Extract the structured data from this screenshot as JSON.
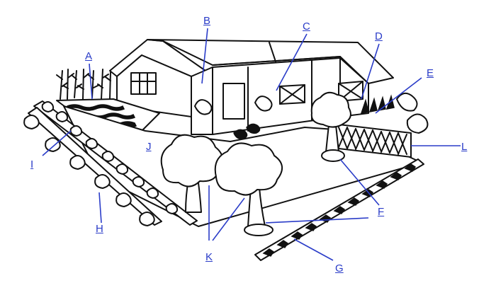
{
  "labels": {
    "a": "A",
    "b": "B",
    "c": "C",
    "d": "D",
    "e": "E",
    "f": "F",
    "g": "G",
    "h": "H",
    "i": "I",
    "j": "J",
    "k": "K",
    "l": "L"
  },
  "colors": {
    "ink": "#111111",
    "label": "#2a3cc8",
    "background": "#ffffff"
  }
}
